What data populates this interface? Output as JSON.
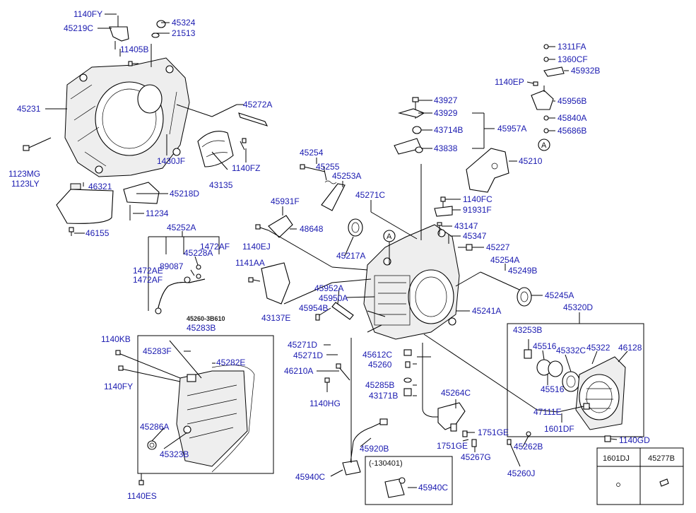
{
  "callouts": {
    "a1140fy_top": "1140FY",
    "a45219c": "45219C",
    "a45324": "45324",
    "a21513": "21513",
    "a11405b": "11405B",
    "a45231": "45231",
    "a45272a": "45272A",
    "a1123mg": "1123MG",
    "a1123ly": "1123LY",
    "a1430jf": "1430JF",
    "a1140fz": "1140FZ",
    "a43135": "43135",
    "a46321": "46321",
    "a45218d": "45218D",
    "a11234": "11234",
    "a46155": "46155",
    "a45252a": "45252A",
    "a1472af_r": "1472AF",
    "a45228a": "45228A",
    "a89087": "89087",
    "a1472ae": "1472AE",
    "a1472af_l": "1472AF",
    "a45260_3b610": "45260-3B610",
    "a45283b": "45283B",
    "a1140kb": "1140KB",
    "a45283f": "45283F",
    "a45282e": "45282E",
    "a1140fy_bot": "1140FY",
    "a45286a": "45286A",
    "a45323b": "45323B",
    "a1140es": "1140ES",
    "a45254": "45254",
    "a45255": "45255",
    "a45253a": "45253A",
    "a45271c": "45271C",
    "a45931f": "45931F",
    "a48648": "48648",
    "a1140ej": "1140EJ",
    "a45217a": "45217A",
    "a1141aa": "1141AA",
    "a43137e": "43137E",
    "a45952a": "45952A",
    "a45950a": "45950A",
    "a45954b": "45954B",
    "a45271d_1": "45271D",
    "a45271d_2": "45271D",
    "a46210a": "46210A",
    "a1140hg": "1140HG",
    "a45920b": "45920B",
    "a45940c_main": "45940C",
    "a45940c_inset": "45940C",
    "inset_note": "(-130401)",
    "a43927": "43927",
    "a43929": "43929",
    "a43714b": "43714B",
    "a45957a": "45957A",
    "a43838": "43838",
    "a45210": "45210",
    "a1140fc": "1140FC",
    "a91931f": "91931F",
    "a43147": "43147",
    "a45347": "45347",
    "a45227": "45227",
    "a45254a": "45254A",
    "a45249b": "45249B",
    "a45245a": "45245A",
    "a45241a": "45241A",
    "a45612c": "45612C",
    "a45260": "45260",
    "a45285b": "45285B",
    "a43171b": "43171B",
    "a45264c": "45264C",
    "a1751ge_r": "1751GE",
    "a1751ge_l": "1751GE",
    "a45267g": "45267G",
    "a1311fa": "1311FA",
    "a1360cf": "1360CF",
    "a45932b": "45932B",
    "a1140ep": "1140EP",
    "a45956b": "45956B",
    "a45840a": "45840A",
    "a45686b": "45686B",
    "a45320d": "45320D",
    "a43253b": "43253B",
    "a45516_top": "45516",
    "a45332c": "45332C",
    "a45322": "45322",
    "a46128": "46128",
    "a45516_bot": "45516",
    "a47111e": "47111E",
    "a1601df": "1601DF",
    "a1140gd": "1140GD",
    "a45262b": "45262B",
    "a45260j": "45260J",
    "ref_a_top": "A",
    "ref_a_center": "A"
  },
  "legend_table": {
    "col1_header": "1601DJ",
    "col2_header": "45277B"
  }
}
